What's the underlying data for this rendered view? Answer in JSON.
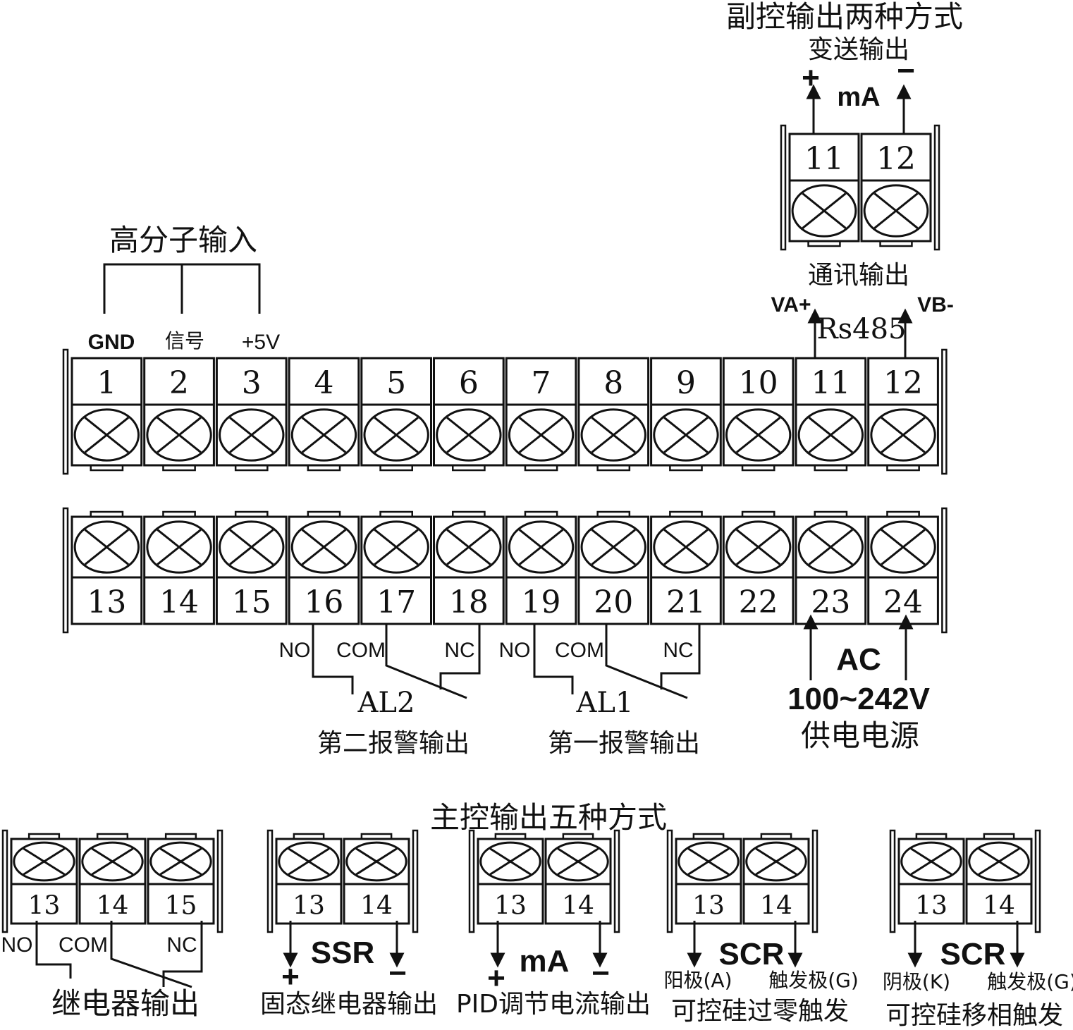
{
  "top_row": {
    "terminals": [
      "1",
      "2",
      "3",
      "4",
      "5",
      "6",
      "7",
      "8",
      "9",
      "10",
      "11",
      "12"
    ],
    "high_input_title": "高分子输入",
    "gnd_label": "GND",
    "signal_label": "信号",
    "plus5v_label": "+5V",
    "comm_title": "通讯输出",
    "va_label": "VA+",
    "rs485_label": "Rs485",
    "vb_label": "VB-"
  },
  "aux_output": {
    "title": "副控输出两种方式",
    "transmit_title": "变送输出",
    "plus": "+",
    "minus": "−",
    "ma_label": "mA",
    "terminals": [
      "11",
      "12"
    ]
  },
  "bottom_row": {
    "terminals": [
      "13",
      "14",
      "15",
      "16",
      "17",
      "18",
      "19",
      "20",
      "21",
      "22",
      "23",
      "24"
    ],
    "al2": {
      "no": "NO",
      "com": "COM",
      "nc": "NC",
      "name": "AL2",
      "desc": "第二报警输出"
    },
    "al1": {
      "no": "NO",
      "com": "COM",
      "nc": "NC",
      "name": "AL1",
      "desc": "第一报警输出"
    },
    "power": {
      "ac": "AC",
      "voltage": "100~242V",
      "desc": "供电电源"
    }
  },
  "main_output": {
    "title": "主控输出五种方式",
    "relay": {
      "terminals": [
        "13",
        "14",
        "15"
      ],
      "no": "NO",
      "com": "COM",
      "nc": "NC",
      "desc": "继电器输出"
    },
    "ssr": {
      "terminals": [
        "13",
        "14"
      ],
      "name": "SSR",
      "plus": "+",
      "minus": "−",
      "desc": "固态继电器输出"
    },
    "pid_ma": {
      "terminals": [
        "13",
        "14"
      ],
      "name": "mA",
      "plus": "+",
      "minus": "−",
      "desc": "PID调节电流输出"
    },
    "scr_zero": {
      "terminals": [
        "13",
        "14"
      ],
      "name": "SCR",
      "anode": "阳极(A)",
      "gate": "触发极(G)",
      "desc": "可控硅过零触发"
    },
    "scr_phase": {
      "terminals": [
        "13",
        "14"
      ],
      "name": "SCR",
      "cathode": "阴极(K)",
      "gate": "触发极(G)",
      "desc": "可控硅移相触发"
    }
  }
}
